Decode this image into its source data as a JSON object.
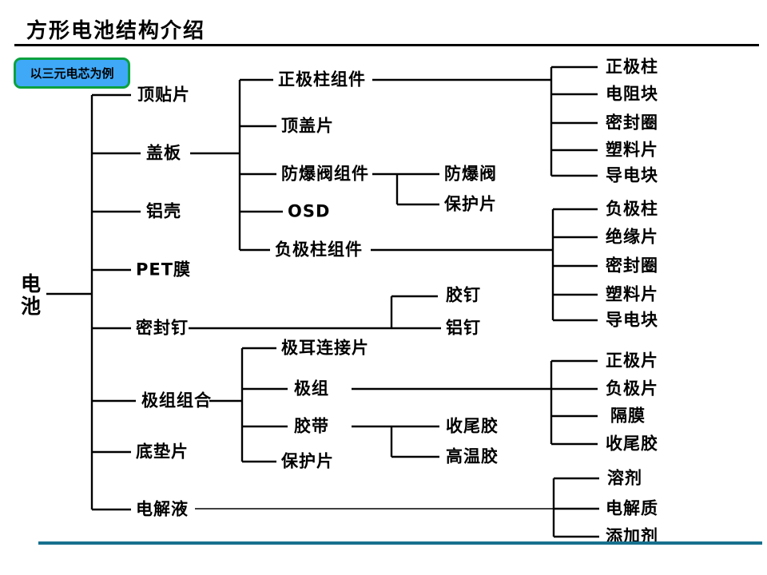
{
  "page": {
    "title": "方形电池结构介绍",
    "badge": "以三元电芯为例"
  },
  "colors": {
    "text": "#000000",
    "line": "#000000",
    "title_underline": "#000000",
    "badge_fill": "#3FA9F8",
    "badge_border": "#0CA13F",
    "bottom_divider": "#17708E"
  },
  "nodes": {
    "battery": "电池",
    "top_patch": "顶贴片",
    "cover_plate": "盖板",
    "al_shell": "铝壳",
    "pet_film": "PET膜",
    "seal_nail": "密封钉",
    "jellyroll_assy": "极组组合",
    "bottom_pad": "底垫片",
    "electrolyte": "电解液",
    "pos_pole_assy": "正极柱组件",
    "top_cover": "顶盖片",
    "vent_assy": "防爆阀组件",
    "osd": "OSD",
    "neg_pole_assy": "负极柱组件",
    "pos_pole": "正极柱",
    "resistor_block": "电阻块",
    "seal_ring_pos": "密封圈",
    "plastic_piece_pos": "塑料片",
    "conductive_block_pos": "导电块",
    "vent": "防爆阀",
    "protect_piece_vent": "保护片",
    "neg_pole": "负极柱",
    "insulation_piece": "绝缘片",
    "seal_ring_neg": "密封圈",
    "plastic_piece_neg": "塑料片",
    "conductive_block_neg": "导电块",
    "glue_nail": "胶钉",
    "al_nail": "铝钉",
    "tab_connector": "极耳连接片",
    "jellyroll": "极组",
    "tape": "胶带",
    "protect_piece_jr": "保护片",
    "pos_sheet": "正极片",
    "neg_sheet": "负极片",
    "separator": "隔膜",
    "finish_tape_jr": "收尾胶",
    "finish_tape": "收尾胶",
    "high_temp_tape": "高温胶",
    "solvent": "溶剂",
    "electrolyte_salt": "电解质",
    "additive": "添加剂"
  },
  "hierarchy": {
    "id": "battery",
    "children": [
      {
        "id": "top_patch"
      },
      {
        "id": "cover_plate",
        "children": [
          {
            "id": "pos_pole_assy",
            "children": [
              {
                "id": "pos_pole"
              },
              {
                "id": "resistor_block"
              },
              {
                "id": "seal_ring_pos"
              },
              {
                "id": "plastic_piece_pos"
              },
              {
                "id": "conductive_block_pos"
              }
            ]
          },
          {
            "id": "top_cover"
          },
          {
            "id": "vent_assy",
            "children": [
              {
                "id": "vent"
              },
              {
                "id": "protect_piece_vent"
              }
            ]
          },
          {
            "id": "osd"
          },
          {
            "id": "neg_pole_assy",
            "children": [
              {
                "id": "neg_pole"
              },
              {
                "id": "insulation_piece"
              },
              {
                "id": "seal_ring_neg"
              },
              {
                "id": "plastic_piece_neg"
              },
              {
                "id": "conductive_block_neg"
              }
            ]
          }
        ]
      },
      {
        "id": "al_shell"
      },
      {
        "id": "pet_film"
      },
      {
        "id": "seal_nail",
        "children": [
          {
            "id": "glue_nail"
          },
          {
            "id": "al_nail"
          }
        ]
      },
      {
        "id": "jellyroll_assy",
        "children": [
          {
            "id": "tab_connector"
          },
          {
            "id": "jellyroll",
            "children": [
              {
                "id": "pos_sheet"
              },
              {
                "id": "neg_sheet"
              },
              {
                "id": "separator"
              },
              {
                "id": "finish_tape_jr"
              }
            ]
          },
          {
            "id": "tape",
            "children": [
              {
                "id": "finish_tape"
              },
              {
                "id": "high_temp_tape"
              }
            ]
          },
          {
            "id": "protect_piece_jr"
          }
        ]
      },
      {
        "id": "bottom_pad"
      },
      {
        "id": "electrolyte",
        "children": [
          {
            "id": "solvent"
          },
          {
            "id": "electrolyte_salt"
          },
          {
            "id": "additive"
          }
        ]
      }
    ]
  }
}
